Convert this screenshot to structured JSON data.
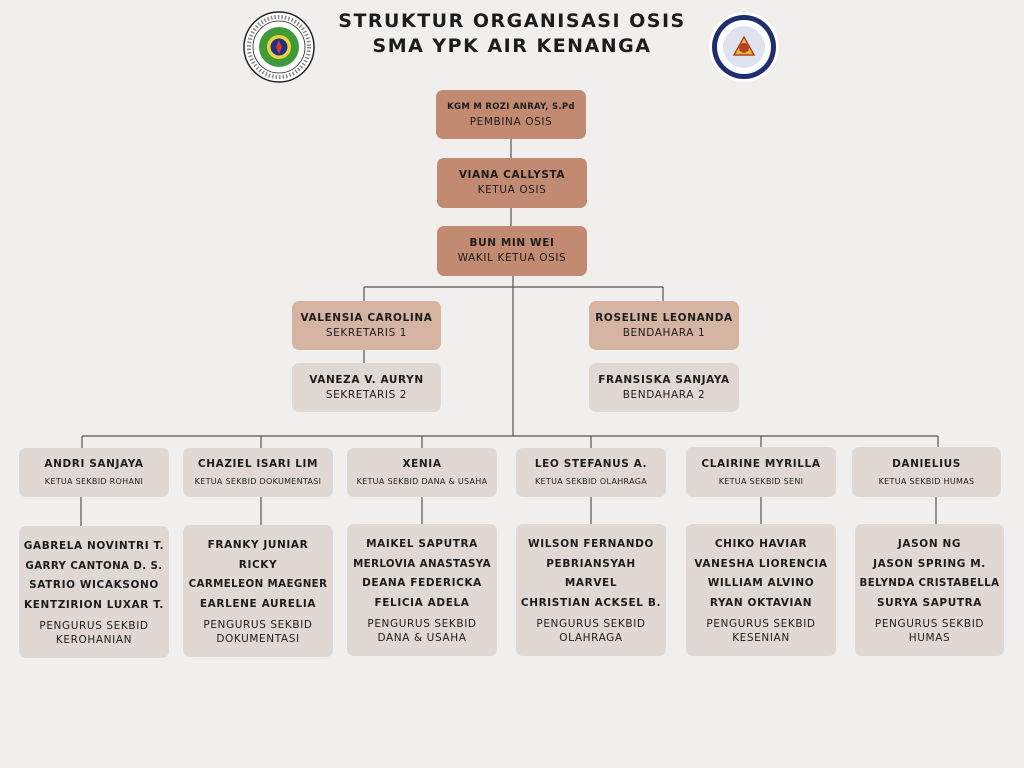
{
  "header": {
    "title_line1": "STRUKTUR ORGANISASI OSIS",
    "title_line2": "SMA YPK AIR KENANGA"
  },
  "logos": {
    "left": "school-seal-logo",
    "right": "osis-sma-ypk-logo"
  },
  "colors": {
    "background": "#f0efee",
    "leader_box": "#c38a72",
    "secretary_box": "#d6b4a2",
    "section_box": "#e0d9d3",
    "line": "#555555"
  },
  "leadership": {
    "pembina": {
      "name": "KGM M ROZI ANRAY, S.Pd",
      "role": "PEMBINA OSIS"
    },
    "ketua": {
      "name": "VIANA CALLYSTA",
      "role": "KETUA OSIS"
    },
    "wakil": {
      "name": "BUN MIN WEI",
      "role": "WAKIL KETUA OSIS"
    }
  },
  "secretaries": [
    {
      "name": "VALENSIA CAROLINA",
      "role": "SEKRETARIS 1"
    },
    {
      "name": "VANEZA V. AURYN",
      "role": "SEKRETARIS 2"
    }
  ],
  "treasurers": [
    {
      "name": "ROSELINE LEONANDA",
      "role": "BENDAHARA 1"
    },
    {
      "name": "FRANSISKA SANJAYA",
      "role": "BENDAHARA 2"
    }
  ],
  "sections": [
    {
      "head": "ANDRI SANJAYA",
      "head_role": "KETUA SEKBID ROHANI",
      "members": [
        "GABRELA NOVINTRI T.",
        "GARRY CANTONA D. S.",
        "SATRIO WICAKSONO",
        "KENTZIRION LUXAR T."
      ],
      "members_role_1": "PENGURUS SEKBID",
      "members_role_2": "KEROHANIAN"
    },
    {
      "head": "CHAZIEL ISARI LIM",
      "head_role": "KETUA SEKBID DOKUMENTASI",
      "members": [
        "FRANKY JUNIAR",
        "RICKY",
        "CARMELEON MAEGNER",
        "EARLENE AURELIA"
      ],
      "members_role_1": "PENGURUS SEKBID",
      "members_role_2": "DOKUMENTASI"
    },
    {
      "head": "XENIA",
      "head_role": "KETUA SEKBID DANA & USAHA",
      "members": [
        "MAIKEL SAPUTRA",
        "MERLOVIA ANASTASYA",
        "DEANA FEDERICKA",
        "FELICIA ADELA"
      ],
      "members_role_1": "PENGURUS SEKBID",
      "members_role_2": "DANA & USAHA"
    },
    {
      "head": "LEO STEFANUS A.",
      "head_role": "KETUA SEKBID OLAHRAGA",
      "members": [
        "WILSON FERNANDO",
        "PEBRIANSYAH",
        "MARVEL",
        "CHRISTIAN ACKSEL B."
      ],
      "members_role_1": "PENGURUS SEKBID",
      "members_role_2": "OLAHRAGA"
    },
    {
      "head": "CLAIRINE MYRILLA",
      "head_role": "KETUA SEKBID SENI",
      "members": [
        "CHIKO HAVIAR",
        "VANESHA LIORENCIA",
        "WILLIAM ALVINO",
        "RYAN OKTAVIAN"
      ],
      "members_role_1": "PENGURUS SEKBID",
      "members_role_2": "KESENIAN"
    },
    {
      "head": "DANIELIUS",
      "head_role": "KETUA SEKBID HUMAS",
      "members": [
        "JASON NG",
        "JASON SPRING M.",
        "BELYNDA CRISTABELLA",
        "SURYA SAPUTRA"
      ],
      "members_role_1": "PENGURUS SEKBID",
      "members_role_2": "HUMAS"
    }
  ]
}
